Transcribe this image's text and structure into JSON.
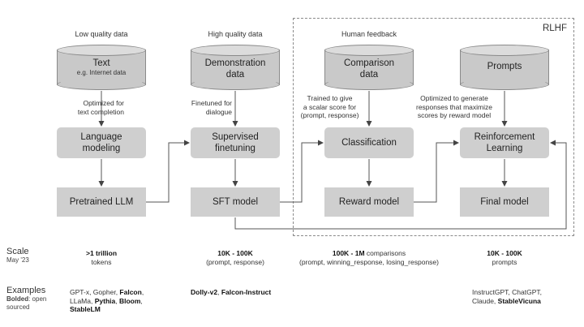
{
  "rlhf_label": "RLHF",
  "columns": [
    {
      "caption": "Low quality data",
      "cylinder_title": "Text",
      "cylinder_sub": "e.g. Internet data",
      "arrow_note": [
        "Optimized for",
        "text completion"
      ],
      "process": [
        "Language",
        "modeling"
      ],
      "output": "Pretrained LLM",
      "scale_bold": ">1 trillion",
      "scale_rest": "tokens",
      "examples_lines": [
        [
          {
            "t": "GPT-x, Gopher, ",
            "b": false
          },
          {
            "t": "Falcon",
            "b": true
          },
          {
            "t": ",",
            "b": false
          }
        ],
        [
          {
            "t": "LLaMa, ",
            "b": false
          },
          {
            "t": "Pythia",
            "b": true
          },
          {
            "t": ", ",
            "b": false
          },
          {
            "t": "Bloom",
            "b": true
          },
          {
            "t": ",",
            "b": false
          }
        ],
        [
          {
            "t": "StableLM",
            "b": true
          }
        ]
      ]
    },
    {
      "caption": "High quality data",
      "cylinder_title": "Demonstration",
      "cylinder_title2": "data",
      "arrow_note": [
        "Finetuned for",
        "dialogue"
      ],
      "process": [
        "Supervised",
        "finetuning"
      ],
      "output": "SFT model",
      "scale_bold": "10K - 100K",
      "scale_rest": "(prompt, response)",
      "examples_lines": [
        [
          {
            "t": "Dolly-v2",
            "b": true
          },
          {
            "t": ", ",
            "b": false
          },
          {
            "t": "Falcon-Instruct",
            "b": true
          }
        ]
      ]
    },
    {
      "caption": "Human feedback",
      "cylinder_title": "Comparison",
      "cylinder_title2": "data",
      "arrow_note": [
        "Trained to give",
        "a scalar score for",
        "(prompt, response)"
      ],
      "process": [
        "Classification"
      ],
      "output": "Reward model",
      "scale_bold": "100K - 1M",
      "scale_bold_suffix": " comparisons",
      "scale_rest": "(prompt, winning_response, losing_response)"
    },
    {
      "cylinder_title": "Prompts",
      "arrow_note": [
        "Optimized to generate",
        "responses that maximize",
        "scores by reward model"
      ],
      "process": [
        "Reinforcement",
        "Learning"
      ],
      "output": "Final model",
      "scale_bold": "10K - 100K",
      "scale_rest": "prompts",
      "examples_lines": [
        [
          {
            "t": "InstructGPT, ChatGPT,",
            "b": false
          }
        ],
        [
          {
            "t": "Claude, ",
            "b": false
          },
          {
            "t": "StableVicuna",
            "b": true
          }
        ]
      ]
    }
  ],
  "scale_label": "Scale",
  "scale_date": "May '23",
  "examples_label": "Examples",
  "examples_note_bold": "Bolded",
  "examples_note_rest1": ": open",
  "examples_note_rest2": "sourced"
}
